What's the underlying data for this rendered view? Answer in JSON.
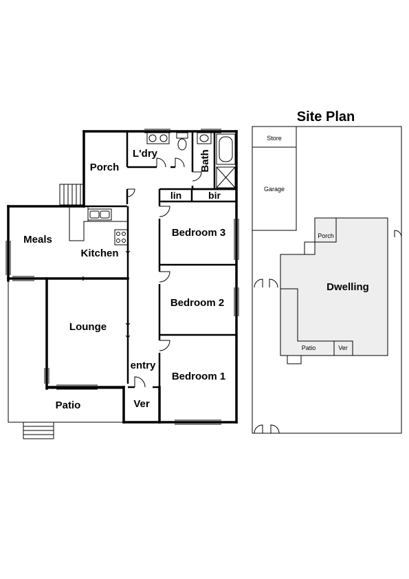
{
  "floor_plan": {
    "rooms": {
      "porch": "Porch",
      "laundry": "L'dry",
      "bath": "Bath",
      "linen": "lin",
      "bir": "bir",
      "bedroom3": "Bedroom 3",
      "bedroom2": "Bedroom 2",
      "bedroom1": "Bedroom 1",
      "meals": "Meals",
      "kitchen": "Kitchen",
      "lounge": "Lounge",
      "entry": "entry",
      "ver": "Ver",
      "patio": "Patio"
    }
  },
  "site_plan": {
    "title": "Site Plan",
    "labels": {
      "store": "Store",
      "garage": "Garage",
      "porch": "Porch",
      "dwelling": "Dwelling",
      "patio": "Patio",
      "ver": "Ver"
    }
  },
  "colors": {
    "line": "#000000",
    "dwelling_fill": "#eeeeee",
    "background": "#ffffff"
  }
}
